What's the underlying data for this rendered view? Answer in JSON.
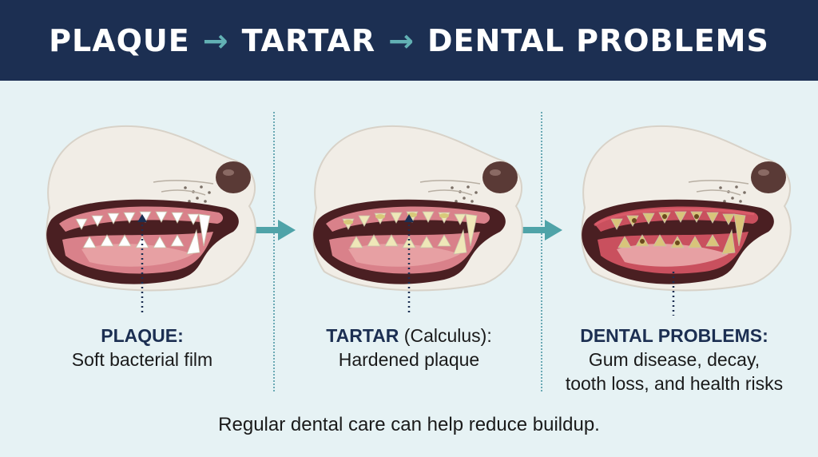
{
  "title": {
    "part1": "PLAQUE",
    "arrow1": "→",
    "part2": "TARTAR",
    "arrow2": "→",
    "part3": "DENTAL PROBLEMS"
  },
  "panels": [
    {
      "label": "PLAQUE:",
      "label_suffix": "",
      "desc": [
        "Soft bacterial film"
      ],
      "tooth_color": "#ffffff",
      "gum_color": "#d9818a",
      "state": "plaque"
    },
    {
      "label": "TARTAR",
      "label_suffix": " (Calculus):",
      "desc": [
        "Hardened plaque"
      ],
      "tooth_color": "#efe7b8",
      "gum_color": "#d9818a",
      "state": "tartar"
    },
    {
      "label": "DENTAL PROBLEMS:",
      "label_suffix": "",
      "desc": [
        "Gum disease, decay,",
        "tooth loss, and health risks"
      ],
      "tooth_color": "#d9c47a",
      "gum_color": "#c9505e",
      "state": "problems"
    }
  ],
  "footer": "Regular dental care can help reduce buildup.",
  "colors": {
    "header_bg": "#1c2f52",
    "accent_arrow": "#4fa3a8",
    "background": "#e6f2f4",
    "fur": "#f1ede6",
    "nose": "#5a3a36",
    "mouth_dark": "#4a1f22"
  }
}
